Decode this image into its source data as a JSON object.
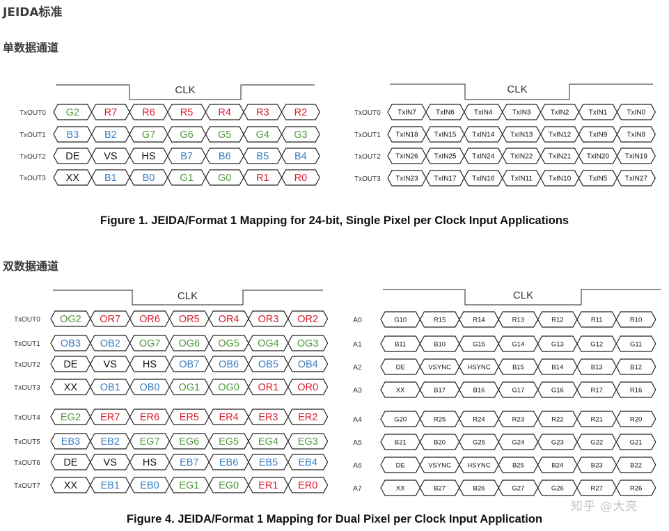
{
  "headings": {
    "main": "JEIDA标准",
    "single": "单数据通道",
    "dual": "双数据通道"
  },
  "captions": {
    "fig1": "Figure 1. JEIDA/Format 1 Mapping for 24-bit, Single Pixel per Clock Input Applications",
    "fig4": "Figure 4. JEIDA/Format 1 Mapping for Dual Pixel per Clock Input Application"
  },
  "colors": {
    "G": "#4f9a3c",
    "R": "#d81e2c",
    "B": "#3a7fc2",
    "K": "#111111",
    "outline": "#222222"
  },
  "diagrams": [
    {
      "id": "fig1-left",
      "clk": "CLK",
      "rows": [
        {
          "label": "TxOUT0",
          "cells": [
            [
              "G2",
              "G"
            ],
            [
              "R7",
              "R"
            ],
            [
              "R6",
              "R"
            ],
            [
              "R5",
              "R"
            ],
            [
              "R4",
              "R"
            ],
            [
              "R3",
              "R"
            ],
            [
              "R2",
              "R"
            ]
          ]
        },
        {
          "label": "TxOUT1",
          "cells": [
            [
              "B3",
              "B"
            ],
            [
              "B2",
              "B"
            ],
            [
              "G7",
              "G"
            ],
            [
              "G6",
              "G"
            ],
            [
              "G5",
              "G"
            ],
            [
              "G4",
              "G"
            ],
            [
              "G3",
              "G"
            ]
          ]
        },
        {
          "label": "TxOUT2",
          "cells": [
            [
              "DE",
              "K"
            ],
            [
              "VS",
              "K"
            ],
            [
              "HS",
              "K"
            ],
            [
              "B7",
              "B"
            ],
            [
              "B6",
              "B"
            ],
            [
              "B5",
              "B"
            ],
            [
              "B4",
              "B"
            ]
          ]
        },
        {
          "label": "TxOUT3",
          "cells": [
            [
              "XX",
              "K"
            ],
            [
              "B1",
              "B"
            ],
            [
              "B0",
              "B"
            ],
            [
              "G1",
              "G"
            ],
            [
              "G0",
              "G"
            ],
            [
              "R1",
              "R"
            ],
            [
              "R0",
              "R"
            ]
          ]
        }
      ]
    },
    {
      "id": "fig1-right",
      "clk": "CLK",
      "rows": [
        {
          "label": "TxOUT0",
          "cells": [
            [
              "TxIN7",
              "K"
            ],
            [
              "TxIN6",
              "K"
            ],
            [
              "TxIN4",
              "K"
            ],
            [
              "TxIN3",
              "K"
            ],
            [
              "TxIN2",
              "K"
            ],
            [
              "TxIN1",
              "K"
            ],
            [
              "TxIN0",
              "K"
            ]
          ]
        },
        {
          "label": "TxOUT1",
          "cells": [
            [
              "TxIN18",
              "K"
            ],
            [
              "TxIN15",
              "K"
            ],
            [
              "TxIN14",
              "K"
            ],
            [
              "TxIN13",
              "K"
            ],
            [
              "TxIN12",
              "K"
            ],
            [
              "TxIN9",
              "K"
            ],
            [
              "TxIN8",
              "K"
            ]
          ]
        },
        {
          "label": "TxOUT2",
          "cells": [
            [
              "TxIN26",
              "K"
            ],
            [
              "TxIN25",
              "K"
            ],
            [
              "TxIN24",
              "K"
            ],
            [
              "TxIN22",
              "K"
            ],
            [
              "TxIN21",
              "K"
            ],
            [
              "TxIN20",
              "K"
            ],
            [
              "TxIN19",
              "K"
            ]
          ]
        },
        {
          "label": "TxOUT3",
          "cells": [
            [
              "TxIN23",
              "K"
            ],
            [
              "TxIN17",
              "K"
            ],
            [
              "TxIN16",
              "K"
            ],
            [
              "TxIN11",
              "K"
            ],
            [
              "TxIN10",
              "K"
            ],
            [
              "TxIN5",
              "K"
            ],
            [
              "TxIN27",
              "K"
            ]
          ]
        }
      ]
    },
    {
      "id": "fig4-left",
      "clk": "CLK",
      "rows": [
        {
          "label": "TxOUT0",
          "cells": [
            [
              "OG2",
              "G"
            ],
            [
              "OR7",
              "R"
            ],
            [
              "OR6",
              "R"
            ],
            [
              "OR5",
              "R"
            ],
            [
              "OR4",
              "R"
            ],
            [
              "OR3",
              "R"
            ],
            [
              "OR2",
              "R"
            ]
          ]
        },
        {
          "label": "TxOUT1",
          "cells": [
            [
              "OB3",
              "B"
            ],
            [
              "OB2",
              "B"
            ],
            [
              "OG7",
              "G"
            ],
            [
              "OG6",
              "G"
            ],
            [
              "OG5",
              "G"
            ],
            [
              "OG4",
              "G"
            ],
            [
              "OG3",
              "G"
            ]
          ]
        },
        {
          "label": "TxOUT2",
          "cells": [
            [
              "DE",
              "K"
            ],
            [
              "VS",
              "K"
            ],
            [
              "HS",
              "K"
            ],
            [
              "OB7",
              "B"
            ],
            [
              "OB6",
              "B"
            ],
            [
              "OB5",
              "B"
            ],
            [
              "OB4",
              "B"
            ]
          ]
        },
        {
          "label": "TxOUT3",
          "cells": [
            [
              "XX",
              "K"
            ],
            [
              "OB1",
              "B"
            ],
            [
              "OB0",
              "B"
            ],
            [
              "OG1",
              "G"
            ],
            [
              "OG0",
              "G"
            ],
            [
              "OR1",
              "R"
            ],
            [
              "OR0",
              "R"
            ]
          ]
        },
        {
          "label": "TxOUT4",
          "cells": [
            [
              "EG2",
              "G"
            ],
            [
              "ER7",
              "R"
            ],
            [
              "ER6",
              "R"
            ],
            [
              "ER5",
              "R"
            ],
            [
              "ER4",
              "R"
            ],
            [
              "ER3",
              "R"
            ],
            [
              "ER2",
              "R"
            ]
          ]
        },
        {
          "label": "TxOUT5",
          "cells": [
            [
              "EB3",
              "B"
            ],
            [
              "EB2",
              "B"
            ],
            [
              "EG7",
              "G"
            ],
            [
              "EG6",
              "G"
            ],
            [
              "EG5",
              "G"
            ],
            [
              "EG4",
              "G"
            ],
            [
              "EG3",
              "G"
            ]
          ]
        },
        {
          "label": "TxOUT6",
          "cells": [
            [
              "DE",
              "K"
            ],
            [
              "VS",
              "K"
            ],
            [
              "HS",
              "K"
            ],
            [
              "EB7",
              "B"
            ],
            [
              "EB6",
              "B"
            ],
            [
              "EB5",
              "B"
            ],
            [
              "EB4",
              "B"
            ]
          ]
        },
        {
          "label": "TxOUT7",
          "cells": [
            [
              "XX",
              "K"
            ],
            [
              "EB1",
              "B"
            ],
            [
              "EB0",
              "B"
            ],
            [
              "EG1",
              "G"
            ],
            [
              "EG0",
              "G"
            ],
            [
              "ER1",
              "R"
            ],
            [
              "ER0",
              "R"
            ]
          ]
        }
      ]
    },
    {
      "id": "fig4-right",
      "clk": "CLK",
      "rows": [
        {
          "label": "A0",
          "cells": [
            [
              "G10",
              "K"
            ],
            [
              "R15",
              "K"
            ],
            [
              "R14",
              "K"
            ],
            [
              "R13",
              "K"
            ],
            [
              "R12",
              "K"
            ],
            [
              "R11",
              "K"
            ],
            [
              "R10",
              "K"
            ]
          ]
        },
        {
          "label": "A1",
          "cells": [
            [
              "B11",
              "K"
            ],
            [
              "B10",
              "K"
            ],
            [
              "G15",
              "K"
            ],
            [
              "G14",
              "K"
            ],
            [
              "G13",
              "K"
            ],
            [
              "G12",
              "K"
            ],
            [
              "G11",
              "K"
            ]
          ]
        },
        {
          "label": "A2",
          "cells": [
            [
              "DE",
              "K"
            ],
            [
              "VSYNC",
              "K"
            ],
            [
              "HSYNC",
              "K"
            ],
            [
              "B15",
              "K"
            ],
            [
              "B14",
              "K"
            ],
            [
              "B13",
              "K"
            ],
            [
              "B12",
              "K"
            ]
          ]
        },
        {
          "label": "A3",
          "cells": [
            [
              "XX",
              "K"
            ],
            [
              "B17",
              "K"
            ],
            [
              "B16",
              "K"
            ],
            [
              "G17",
              "K"
            ],
            [
              "G16",
              "K"
            ],
            [
              "R17",
              "K"
            ],
            [
              "R16",
              "K"
            ]
          ]
        },
        {
          "label": "A4",
          "cells": [
            [
              "G20",
              "K"
            ],
            [
              "R25",
              "K"
            ],
            [
              "R24",
              "K"
            ],
            [
              "R23",
              "K"
            ],
            [
              "R22",
              "K"
            ],
            [
              "R21",
              "K"
            ],
            [
              "R20",
              "K"
            ]
          ]
        },
        {
          "label": "A5",
          "cells": [
            [
              "B21",
              "K"
            ],
            [
              "B20",
              "K"
            ],
            [
              "G25",
              "K"
            ],
            [
              "G24",
              "K"
            ],
            [
              "G23",
              "K"
            ],
            [
              "G22",
              "K"
            ],
            [
              "G21",
              "K"
            ]
          ]
        },
        {
          "label": "A6",
          "cells": [
            [
              "DE",
              "K"
            ],
            [
              "VSYNC",
              "K"
            ],
            [
              "HSYNC",
              "K"
            ],
            [
              "B25",
              "K"
            ],
            [
              "B24",
              "K"
            ],
            [
              "B23",
              "K"
            ],
            [
              "B22",
              "K"
            ]
          ]
        },
        {
          "label": "A7",
          "cells": [
            [
              "XX",
              "K"
            ],
            [
              "B27",
              "K"
            ],
            [
              "B26",
              "K"
            ],
            [
              "G27",
              "K"
            ],
            [
              "G26",
              "K"
            ],
            [
              "R27",
              "K"
            ],
            [
              "R26",
              "K"
            ]
          ]
        }
      ]
    }
  ],
  "watermark": "知乎 @大亮"
}
